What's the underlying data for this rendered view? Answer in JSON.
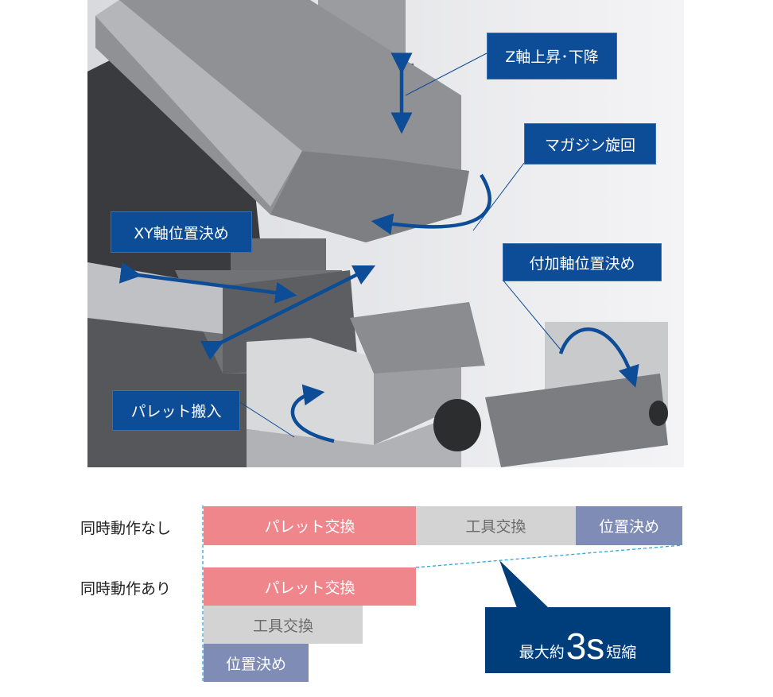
{
  "photo_labels": {
    "z_axis": "Z軸上昇･下降",
    "magazine": "マガジン旋回",
    "xy_axis": "XY軸位置決め",
    "additional_axis": "付加軸位置決め",
    "pallet_in": "パレット搬入"
  },
  "timing": {
    "row_without": "同時動作なし",
    "row_with": "同時動作あり",
    "pallet_exchange": "パレット交換",
    "tool_exchange": "工具交換",
    "positioning": "位置決め",
    "callout_prefix": "最大約",
    "callout_value": "3s",
    "callout_suffix": "短縮"
  },
  "colors": {
    "pallet": "#ef868c",
    "tool": "#d3d3d4",
    "positioning": "#7f8cb6",
    "label_bg": "#0d4c96",
    "callout_bg": "#003e7b",
    "guide": "#2aa6e0"
  }
}
